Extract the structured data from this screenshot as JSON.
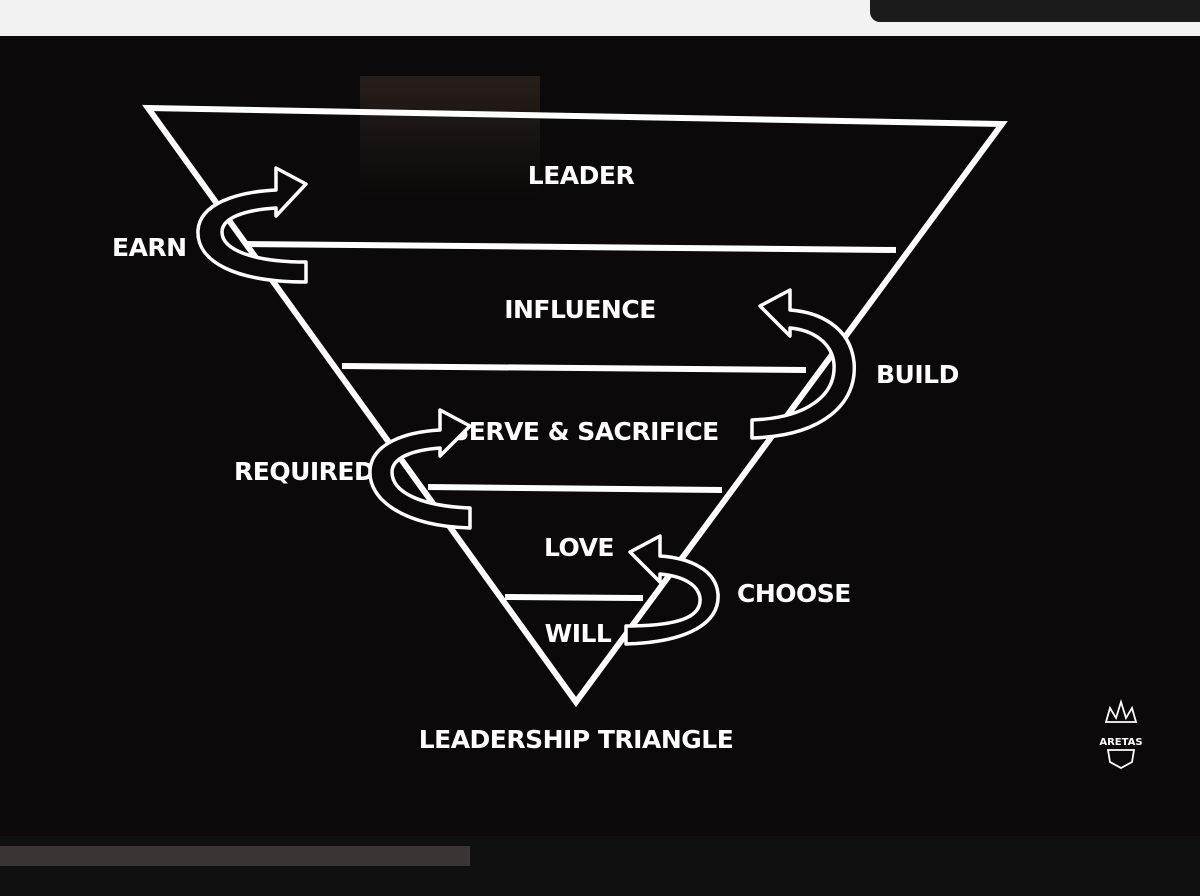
{
  "diagram": {
    "levels": [
      {
        "label": "LEADER"
      },
      {
        "label": "INFLUENCE"
      },
      {
        "label": "SERVE & SACRIFICE"
      },
      {
        "label": "LOVE"
      },
      {
        "label": "WILL"
      }
    ],
    "side_labels": {
      "earn": "EARN",
      "build": "BUILD",
      "required": "REQUIRED",
      "choose": "CHOOSE"
    },
    "caption": "LEADERSHIP TRIANGLE",
    "logo_text": "ARETAS",
    "colors": {
      "background": "#0b0909",
      "foreground": "#ffffff"
    }
  }
}
